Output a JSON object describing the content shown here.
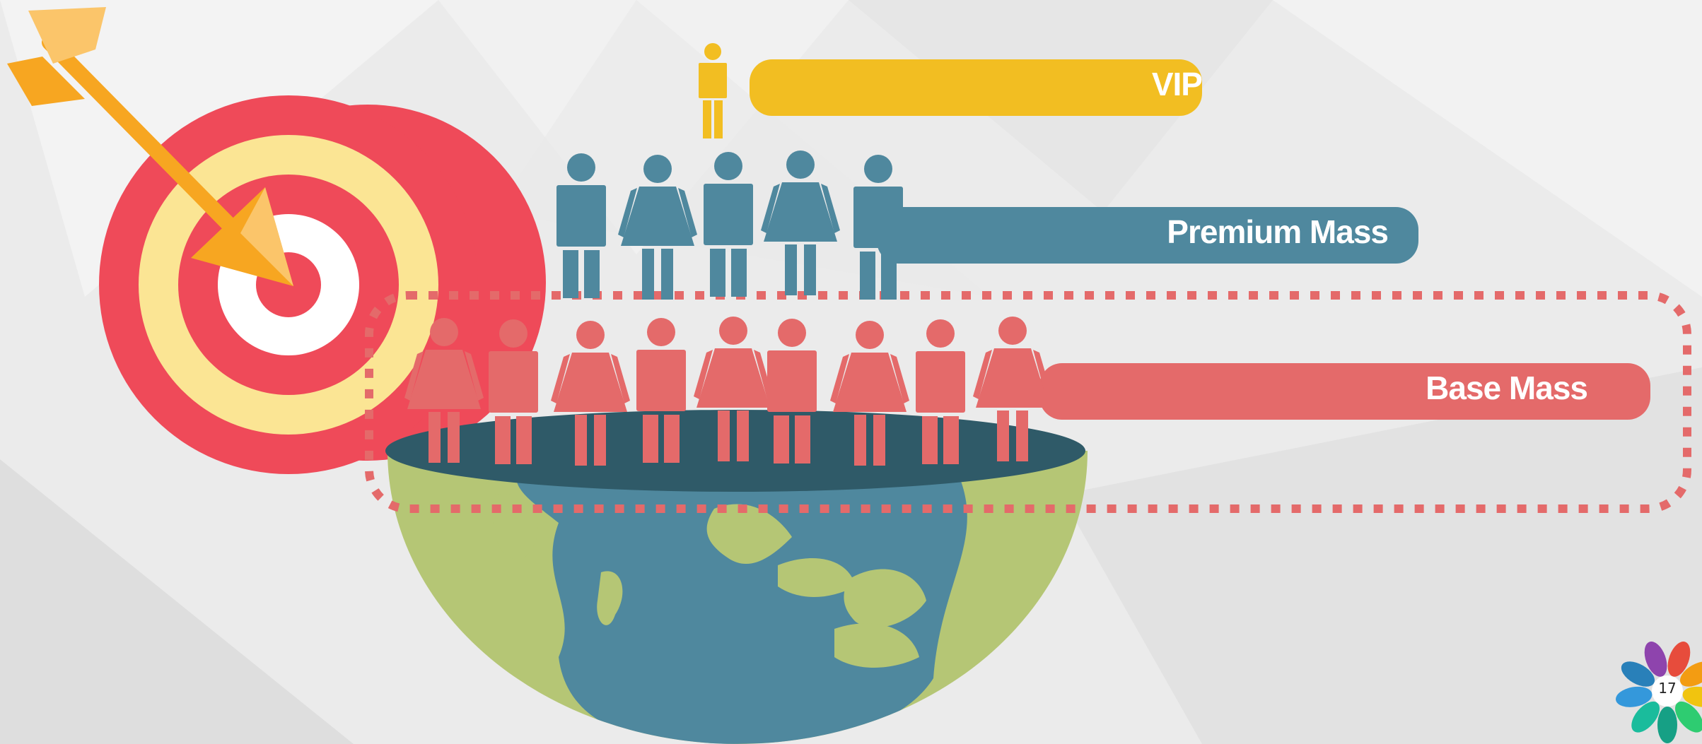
{
  "segments": [
    {
      "label": "VIP",
      "color": "#f2be22"
    },
    {
      "label": "Premium Mass",
      "color": "#4f889e"
    },
    {
      "label": "Base Mass",
      "color": "#e46a6a"
    }
  ],
  "page_number": "17",
  "colors": {
    "background": "#ebebeb",
    "target_red": "#ef4a59",
    "target_yellow": "#fbe594",
    "ocean": "#4f889e",
    "land": "#b5c675",
    "globe_top": "#2f5a68",
    "arrow": "#f7a621"
  },
  "icons": [
    "target-icon",
    "arrow-icon",
    "globe-icon",
    "person-icon",
    "logo-icon"
  ]
}
